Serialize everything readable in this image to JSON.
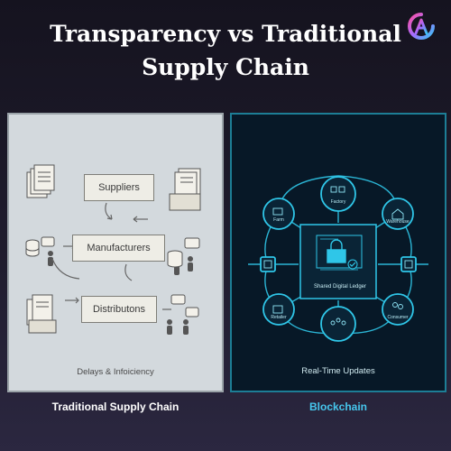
{
  "title": {
    "line1": "Transparency vs Traditional",
    "line2": "Supply Chain"
  },
  "traditional": {
    "boxes": {
      "suppliers": "Suppliers",
      "manufacturers": "Manufacturers",
      "distributors": "Distributons"
    },
    "caption": "Delays & Infoiciency",
    "footer": "Traditional Supply Chain"
  },
  "blockchain": {
    "nodes": {
      "factory": "Factory",
      "farm": "Farm",
      "warehouse": "Warehouse",
      "retailer": "Retailer",
      "consumer": "Consumer"
    },
    "ledger": "Shared Digital Ledger",
    "caption": "Real-Time Updates",
    "footer": "Blockchain"
  },
  "colors": {
    "left_panel_bg": "#d3d9dd",
    "right_panel_bg": "#071827",
    "neon": "#2fc6e8",
    "blockchain_footer": "#46c7ee"
  },
  "icons": [
    "logo-icon",
    "document-stack-icon",
    "database-icon",
    "person-icon",
    "chat-bubble-icon",
    "lock-icon",
    "checkmark-icon"
  ]
}
